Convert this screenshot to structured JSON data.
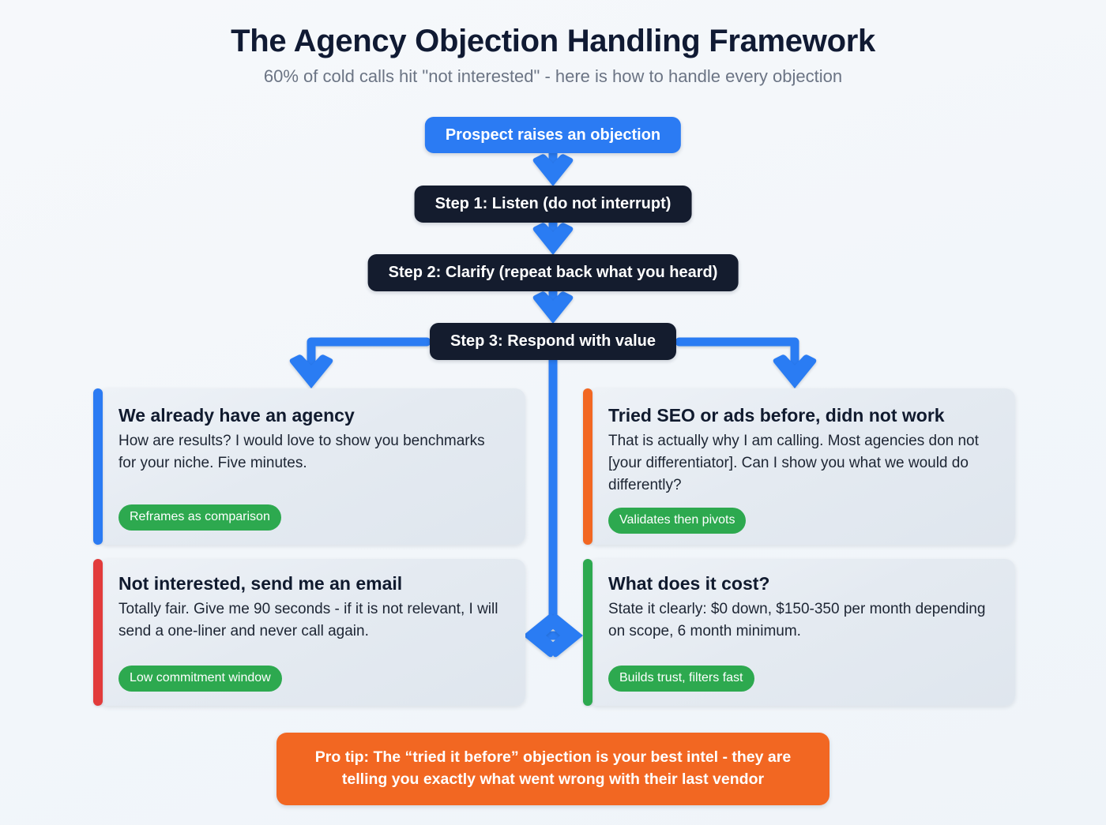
{
  "header": {
    "title": "The Agency Objection Handling Framework",
    "subtitle": "60% of cold calls hit \"not interested\" - here is how to handle every objection"
  },
  "flow": {
    "start": "Prospect raises an objection",
    "step1": "Step 1: Listen (do not interrupt)",
    "step2": "Step 2: Clarify (repeat back what you heard)",
    "step3": "Step 3: Respond with value"
  },
  "cards": [
    {
      "title": "We already have an agency",
      "text": "How are results? I would love to show you benchmarks for your niche. Five minutes.",
      "badge": "Reframes as comparison",
      "accent_color": "#2b7bf3"
    },
    {
      "title": "Tried SEO or ads before, didn not work",
      "text": "That is actually why I am calling. Most agencies don not [your differentiator]. Can I show you what we would do differently?",
      "badge": "Validates then pivots",
      "accent_color": "#f26722"
    },
    {
      "title": "Not interested, send me an email",
      "text": "Totally fair. Give me 90 seconds - if it is not relevant, I will send a one-liner and never call again.",
      "badge": "Low commitment window",
      "accent_color": "#e23b3b"
    },
    {
      "title": "What does it cost?",
      "text": "State it clearly: $0 down, $150-350 per month depending on scope, 6 month minimum.",
      "badge": "Builds trust, filters fast",
      "accent_color": "#2da94f"
    }
  ],
  "protip": {
    "text": "Pro tip: The “tried it before” objection is your best intel - they are telling you exactly what went wrong with their last vendor"
  },
  "colors": {
    "page_background": "#f4f7fa",
    "primary_blue": "#2b7bf3",
    "dark_navy": "#141c2e",
    "badge_green": "#2da94f",
    "protip_orange": "#f26722",
    "card_background": "#e4eaf1",
    "title_text": "#101a33",
    "subtitle_text": "#6b7484"
  }
}
